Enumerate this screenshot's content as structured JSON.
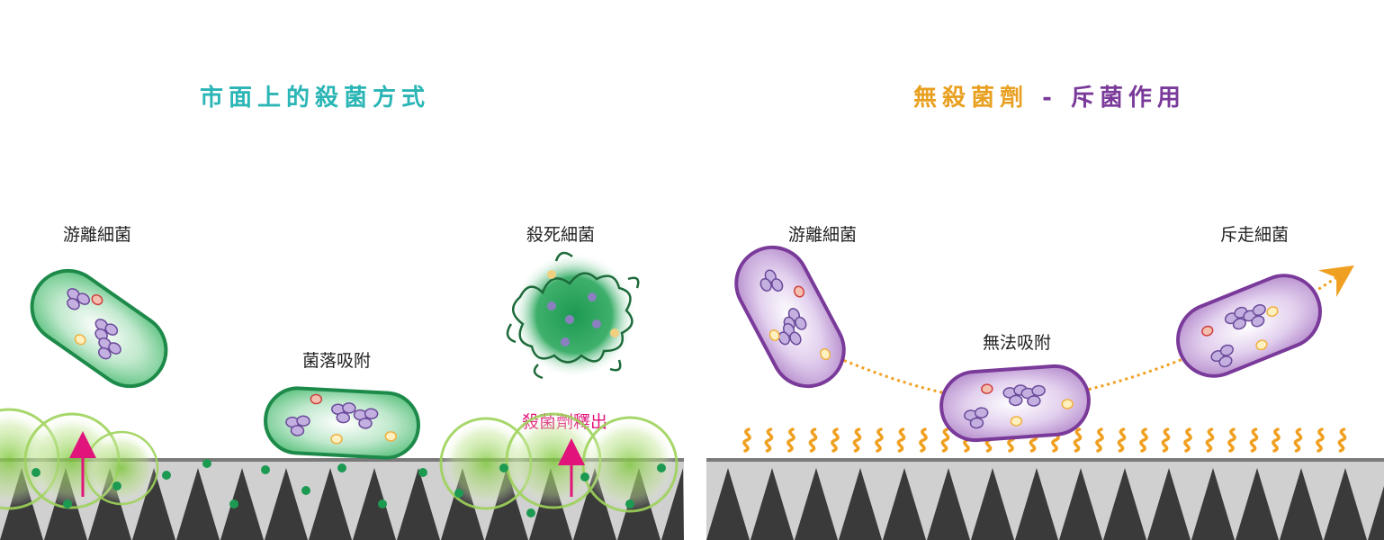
{
  "left_panel": {
    "title": "市面上的殺菌方式",
    "labels": {
      "free": "游離細菌",
      "attach": "菌落吸附",
      "killed": "殺死細菌",
      "release": "殺菌劑釋出"
    }
  },
  "right_panel": {
    "title_a": "無殺菌劑",
    "title_sep": " - ",
    "title_b": "斥菌作用",
    "labels": {
      "free": "游離細菌",
      "no_attach": "無法吸附",
      "repelled": "斥走細菌"
    }
  },
  "colors": {
    "teal_title": "#2bb5b5",
    "orange_title": "#e8a020",
    "purple_title": "#7a3a9a",
    "release_label": "#e0147a",
    "green_bacteria": "#1d9a52",
    "purple_bacteria": "#8a4aa8",
    "orange_repel": "#f0a020"
  }
}
